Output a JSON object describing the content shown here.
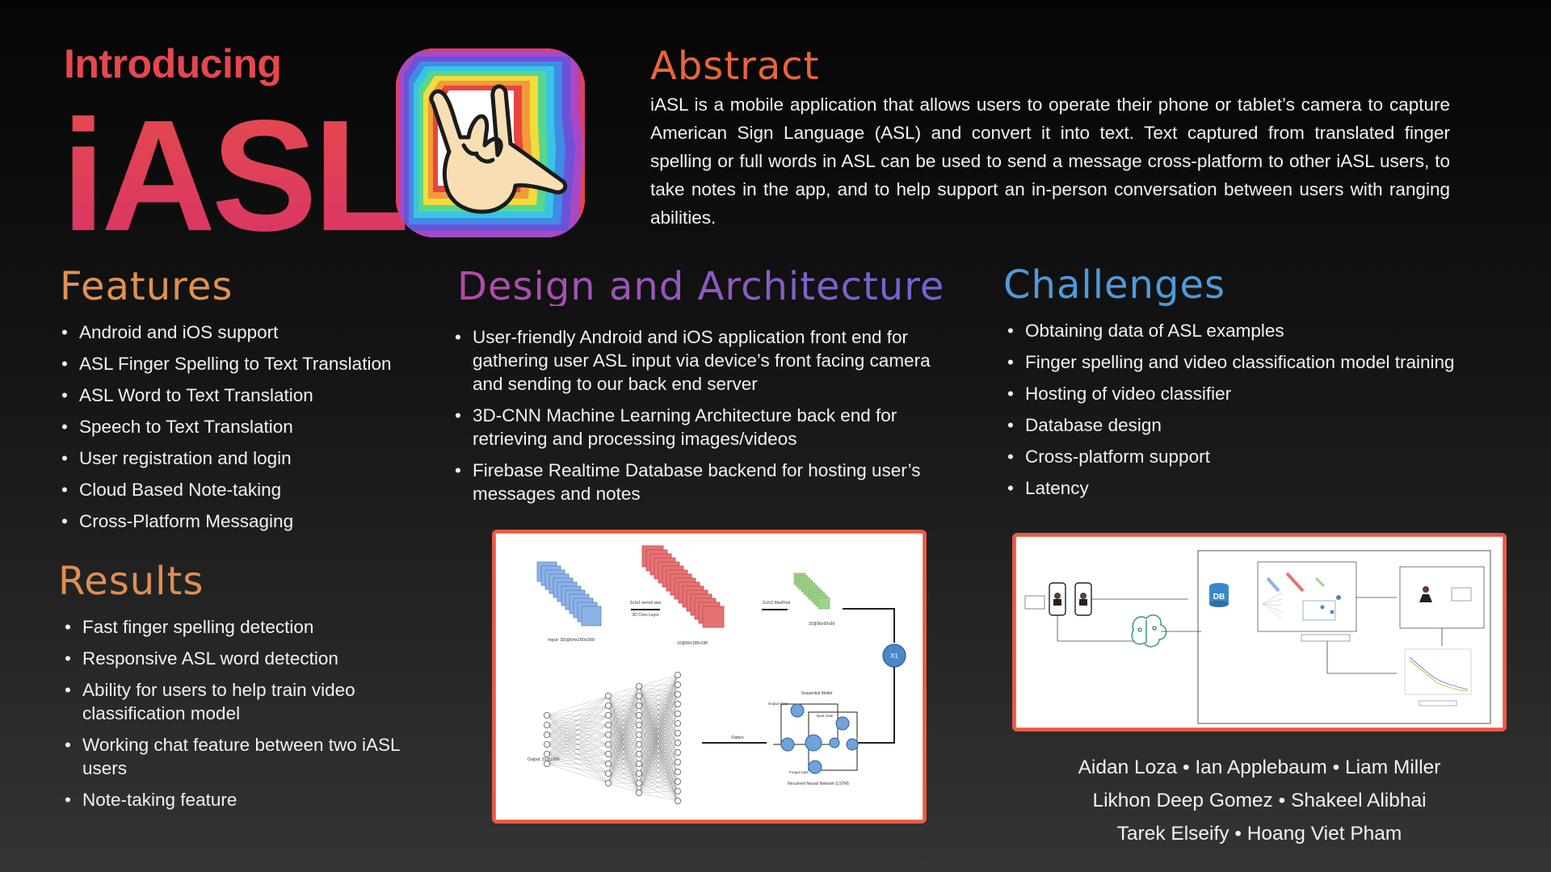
{
  "header": {
    "intro": "Introducing",
    "brand": "iASL",
    "app_icon": "asl-i-love-you-hand-icon"
  },
  "abstract": {
    "heading": "Abstract",
    "text": "iASL is a mobile application that allows users to operate their phone or tablet’s camera to capture American Sign Language (ASL) and convert it into text. Text captured from translated finger spelling or full words in ASL can be used to send a message cross-platform to other iASL users, to take notes in the app, and to help support an in-person conversation between users with ranging abilities."
  },
  "features": {
    "heading": "Features",
    "items": [
      "Android and iOS support",
      "ASL Finger Spelling to Text Translation",
      "ASL Word to Text Translation",
      "Speech to Text Translation",
      "User registration and login",
      "Cloud Based Note-taking",
      "Cross-Platform Messaging"
    ]
  },
  "results": {
    "heading": "Results",
    "items": [
      "Fast finger spelling detection",
      "Responsive ASL word detection",
      "Ability for users to help train video classification model",
      "Working chat feature between two iASL users",
      "Note-taking feature"
    ]
  },
  "design": {
    "heading": "Design and Architecture",
    "items": [
      "User-friendly Android and iOS application front end for gathering user ASL input via device’s front facing camera and sending to our back end server",
      "3D-CNN Machine Learning Architecture back end for retrieving and processing images/videos",
      "Firebase Realtime Database backend for hosting user’s messages and notes"
    ]
  },
  "challenges": {
    "heading": "Challenges",
    "items": [
      "Obtaining data of ASL examples",
      "Finger spelling and video classification model training",
      "Hosting of video classifier",
      "Database design",
      "Cross-platform support",
      "Latency"
    ]
  },
  "cnn_figure": {
    "input_label": "Input: 3D@64x200x300",
    "kernel_label": "3x3x1 kernel size",
    "conv_label": "3D Conv Layer",
    "conv_out_label": "32@96x198x198",
    "pool_label": "2x2x2 MaxPool",
    "pool_out_label": "32@96x99x99",
    "x1_label": "X1",
    "flatten_label": "Flatten",
    "output_label": "Output: 32@1000",
    "seq_label": "Sequential Model",
    "output_gate_label": "Output Gate",
    "input_gate_label": "Input Gate",
    "forget_gate_label": "Forget Gate",
    "rnn_label": "Recurrent Neural Network (LSTM)"
  },
  "arch_figure": {
    "db_label": "DB",
    "accent_blue": "#4a90d9",
    "accent_green": "#3fa374"
  },
  "authors": {
    "line1": "Aidan Loza • Ian Applebaum • Liam Miller",
    "line2": "Likhon Deep Gomez • Shakeel Alibhai",
    "line3": "Tarek Elseify • Hoang Viet Pham"
  }
}
